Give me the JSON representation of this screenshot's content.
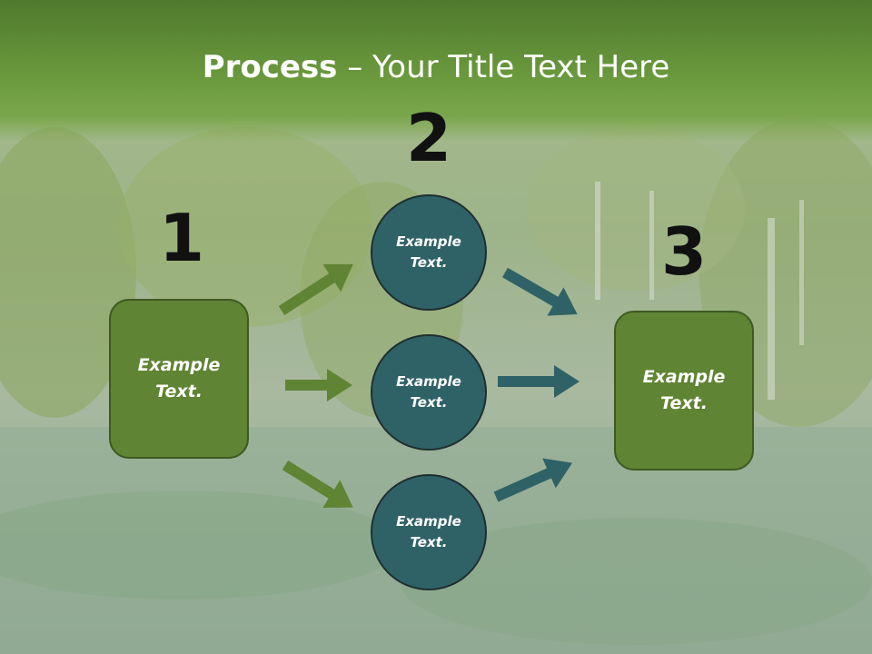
{
  "slide": {
    "title_strong": "Process",
    "title_rest": " – Your Title Text Here"
  },
  "numbers": [
    "1",
    "2",
    "3"
  ],
  "left_box": {
    "label": "Example Text."
  },
  "right_box": {
    "label": "Example Text."
  },
  "circles": [
    {
      "label": "Example Text."
    },
    {
      "label": "Example Text."
    },
    {
      "label": "Example Text."
    }
  ],
  "colors": {
    "header_green": "#6a9a3c",
    "box_green": "#5f8433",
    "circle_teal": "#2f6266",
    "arrow_green": "#5f8433",
    "arrow_teal": "#2f6266"
  }
}
